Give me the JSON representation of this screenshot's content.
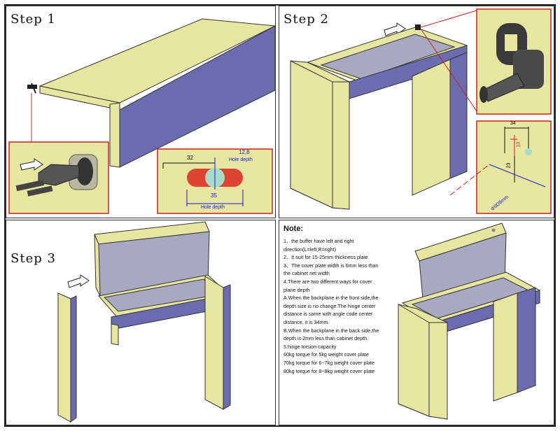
{
  "steps": {
    "step1": "Step 1",
    "step2": "Step 2",
    "step3": "Step 3"
  },
  "step1_detail": {
    "width_value": "32",
    "hole_depth_value": "12,8",
    "hole_depth_label": "Hole depth",
    "hole_depth_bottom_value": "35",
    "hole_depth_bottom_label": "Hole depth"
  },
  "step2_detail": {
    "width_value": "34",
    "vertical_value_1": "10",
    "vertical_value_2": "23",
    "diagonal_label": "Φ9D8mm"
  },
  "note": {
    "title": "Note:",
    "lines": [
      "1、the buffer have left and right",
      "direction(L=left,R=right)",
      "2、It suit for 15-25mm thickness plate",
      "3、The cover plate width is 6mm less than",
      "the cabinet net width",
      "4.There are two different ways for cover",
      "plane depth",
      "A.When the backplane in the front side,the",
      "depth size is no change.The hinge center",
      "distance is same with angle code center",
      "distance, it is 34mm.",
      "B.When the backplane in the back side,the",
      "depth is 2mm less than cabinet depth.",
      "5.hinge torsion capacity",
      "60kg torque for 5kg weight cover plate",
      "70kg torque for 6~7kg weight cover plate",
      "80kg torque for 8~9kg weight cover plate"
    ]
  },
  "colors": {
    "panel_yellow": "#e6e6a0",
    "panel_purple": "#6b6bb0",
    "inner_gray": "#a8a8c0",
    "hardware_gray": "#555555",
    "callout_red": "#cc2222",
    "dim_blue": "#1a1acc",
    "oval_red": "#dd4433",
    "circle_green": "#a8dcc8"
  }
}
